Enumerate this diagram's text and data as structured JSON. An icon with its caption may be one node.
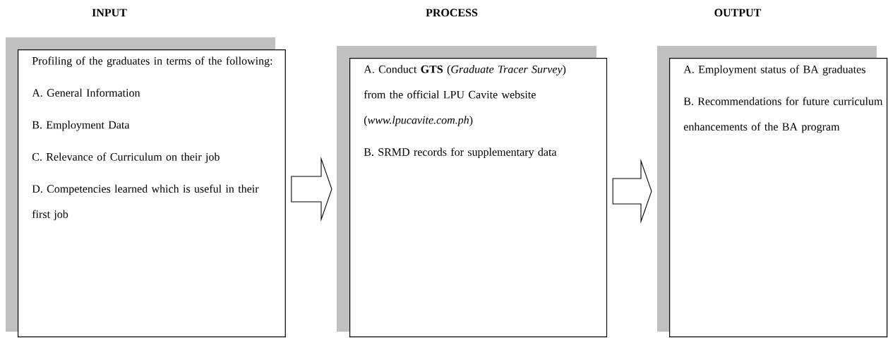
{
  "diagram": {
    "nodes": [
      {
        "text": [
          "INPUT",
          "Profiling of the graduates in terms of the following:",
          "A. General Information",
          "B. Employment Data",
          "C. Relevance of Curriculum on their job",
          "D. Competencies learned which is useful in their first job"
        ]
      },
      {
        "text": [
          "PROCESS",
          "A.  Conduct **GTS** (*Graduate Tracer Survey*) from the official LPU Cavite website (*www.lpucavite.com.ph*)",
          "B. SRMD records for supplementary data"
        ]
      },
      {
        "text": [
          "OUTPUT",
          "A. Employment status of BA graduates",
          "B. Recommendations for future curriculum enhancements of the BA program"
        ]
      }
    ],
    "edges": [
      {
        "from": 0,
        "to": 1,
        "arrow": "to"
      },
      {
        "from": 1,
        "to": 2,
        "arrow": "to"
      }
    ]
  }
}
